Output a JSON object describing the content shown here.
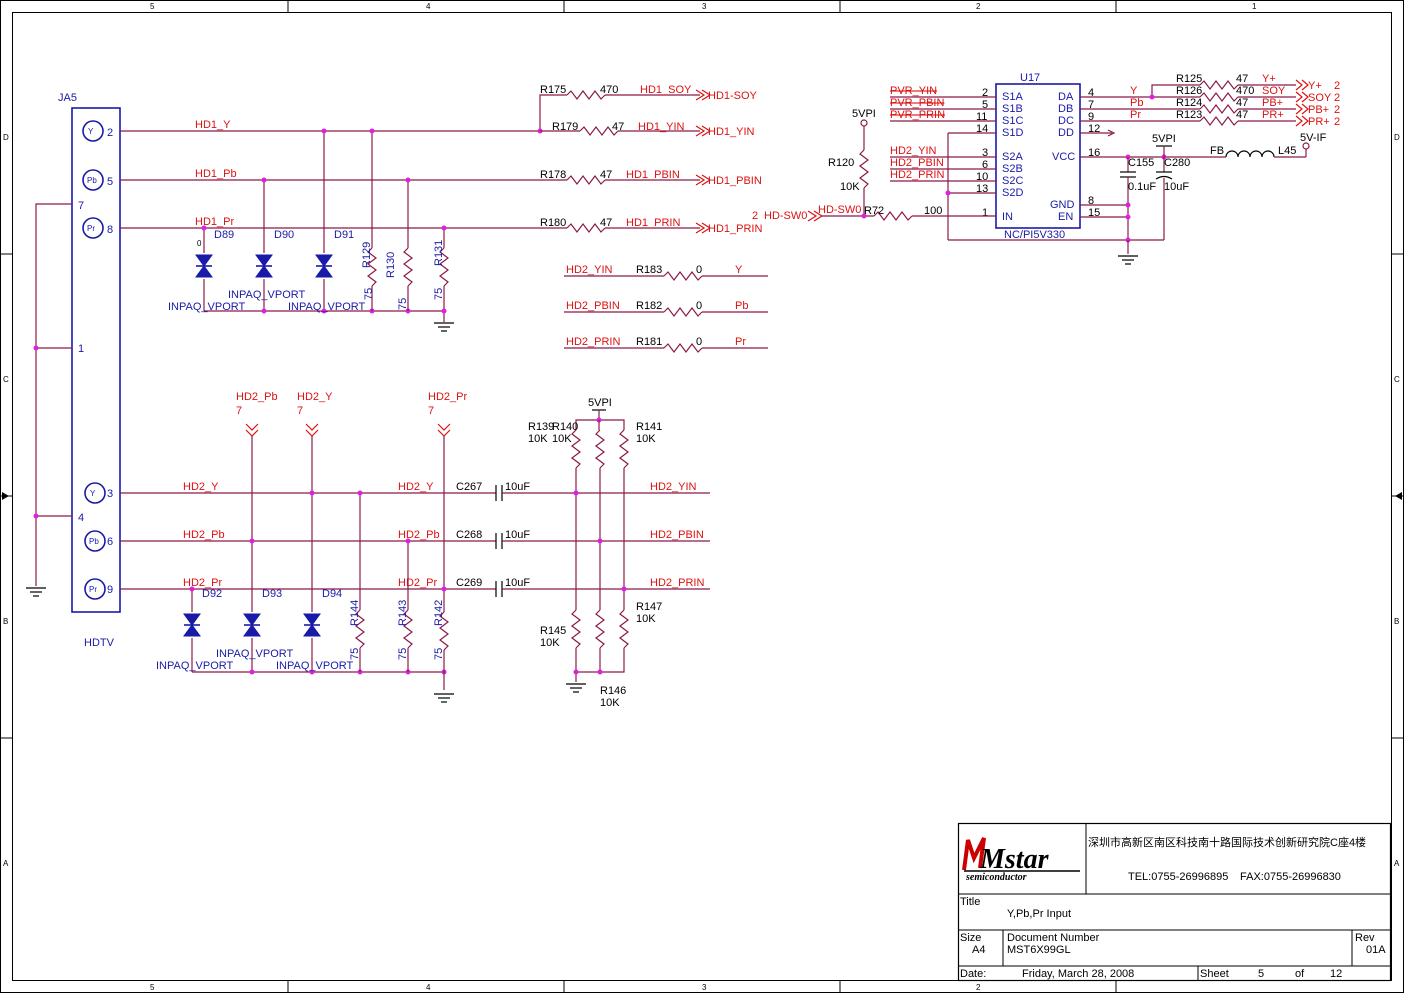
{
  "frame": {
    "col_labels": [
      "5",
      "4",
      "3",
      "2",
      "1"
    ],
    "row_labels": [
      "D",
      "C",
      "B",
      "A"
    ]
  },
  "connector": {
    "ref": "JA5",
    "name": "HDTV",
    "pins": [
      {
        "label": "Y",
        "num": "2"
      },
      {
        "label": "Pb",
        "num": "5"
      },
      {
        "label": "Pr",
        "num": "8"
      },
      {
        "label": "Y",
        "num": "3"
      },
      {
        "label": "Pb",
        "num": "6"
      },
      {
        "label": "Pr",
        "num": "9"
      }
    ],
    "gnd_pins": [
      "7",
      "1",
      "4"
    ]
  },
  "hd1": {
    "nets": [
      "HD1_Y",
      "HD1_Pb",
      "HD1_Pr"
    ],
    "diodes": [
      "D89",
      "D90",
      "D91"
    ],
    "diode_part": "INPAQ_VPORT",
    "resistors": [
      {
        "ref": "R129",
        "val": "75"
      },
      {
        "ref": "R130",
        "val": "75"
      },
      {
        "ref": "R131",
        "val": "75"
      }
    ],
    "outputs": [
      {
        "ref": "R175",
        "val": "470",
        "net": "HD1_SOY",
        "port": "HD1-SOY"
      },
      {
        "ref": "R179",
        "val": "47",
        "net": "HD1_YIN",
        "port": "HD1_YIN"
      },
      {
        "ref": "R178",
        "val": "47",
        "net": "HD1_PBIN",
        "port": "HD1_PBIN"
      },
      {
        "ref": "R180",
        "val": "47",
        "net": "HD1_PRIN",
        "port": "HD1_PRIN"
      }
    ]
  },
  "hd2_links": [
    {
      "in": "HD2_YIN",
      "ref": "R183",
      "val": "0",
      "out": "Y"
    },
    {
      "in": "HD2_PBIN",
      "ref": "R182",
      "val": "0",
      "out": "Pb"
    },
    {
      "in": "HD2_PRIN",
      "ref": "R181",
      "val": "0",
      "out": "Pr"
    }
  ],
  "hd2": {
    "ports": [
      {
        "name": "HD2_Pb",
        "num": "7"
      },
      {
        "name": "HD2_Y",
        "num": "7"
      },
      {
        "name": "HD2_Pr",
        "num": "7"
      }
    ],
    "nets": [
      "HD2_Y",
      "HD2_Pb",
      "HD2_Pr"
    ],
    "diodes": [
      "D92",
      "D93",
      "D94"
    ],
    "diode_part": "INPAQ_VPORT",
    "resistors": [
      {
        "ref": "R144",
        "val": "75"
      },
      {
        "ref": "R143",
        "val": "75"
      },
      {
        "ref": "R142",
        "val": "75"
      }
    ],
    "caps": [
      {
        "ref": "C267",
        "val": "10uF",
        "net_in": "HD2_Y",
        "net_out": "HD2_YIN"
      },
      {
        "ref": "C268",
        "val": "10uF",
        "net_in": "HD2_Pb",
        "net_out": "HD2_PBIN"
      },
      {
        "ref": "C269",
        "val": "10uF",
        "net_in": "HD2_Pr",
        "net_out": "HD2_PRIN"
      }
    ],
    "power": "5VPI",
    "pullups": [
      {
        "ref": "R139",
        "val": "10K"
      },
      {
        "ref": "R140",
        "val": "10K"
      },
      {
        "ref": "R141",
        "val": "10K"
      }
    ],
    "pulldowns": [
      {
        "ref": "R145",
        "val": "10K"
      },
      {
        "ref": "R146",
        "val": "10K"
      },
      {
        "ref": "R147",
        "val": "10K"
      }
    ]
  },
  "switch": {
    "ref": "U17",
    "part": "NC/PI5V330",
    "left_pins": [
      {
        "num": "2",
        "name": "S1A",
        "net": "PVR_YIN"
      },
      {
        "num": "5",
        "name": "S1B",
        "net": "PVR_PBIN"
      },
      {
        "num": "11",
        "name": "S1C",
        "net": "PVR_PRIN"
      },
      {
        "num": "14",
        "name": "S1D",
        "net": ""
      },
      {
        "num": "3",
        "name": "S2A",
        "net": "HD2_YIN"
      },
      {
        "num": "6",
        "name": "S2B",
        "net": "HD2_PBIN"
      },
      {
        "num": "10",
        "name": "S2C",
        "net": "HD2_PRIN"
      },
      {
        "num": "13",
        "name": "S2D",
        "net": ""
      },
      {
        "num": "1",
        "name": "IN",
        "net": ""
      }
    ],
    "right_pins": [
      {
        "num": "4",
        "name": "DA",
        "net": "Y"
      },
      {
        "num": "7",
        "name": "DB",
        "net": "Pb"
      },
      {
        "num": "9",
        "name": "DC",
        "net": "Pr"
      },
      {
        "num": "12",
        "name": "DD",
        "net": ""
      },
      {
        "num": "16",
        "name": "VCC",
        "net": ""
      },
      {
        "num": "8",
        "name": "GND",
        "net": ""
      },
      {
        "num": "15",
        "name": "EN",
        "net": ""
      }
    ],
    "r120": {
      "ref": "R120",
      "val": "10K",
      "power": "5VPI"
    },
    "r72": {
      "ref": "R72",
      "val": "100"
    },
    "sw_port": {
      "num": "2",
      "name": "HD-SW0",
      "net": "HD-SW0"
    },
    "out_res": [
      {
        "ref": "R125",
        "val": "47",
        "net": "Y+",
        "port": "Y+",
        "num": "2"
      },
      {
        "ref": "R126",
        "val": "470",
        "net": "SOY",
        "port": "SOY",
        "num": "2"
      },
      {
        "ref": "R124",
        "val": "47",
        "net": "PB+",
        "port": "PB+",
        "num": "2"
      },
      {
        "ref": "R123",
        "val": "47",
        "net": "PR+",
        "port": "PR+",
        "num": "2"
      }
    ],
    "caps": [
      {
        "ref": "C155",
        "val": "0.1uF"
      },
      {
        "ref": "C280",
        "val": "10uF"
      }
    ],
    "vcc_label": "5VPI",
    "fb": {
      "name": "FB",
      "ref": "L45"
    },
    "supply": "5V-IF"
  },
  "title_block": {
    "address": "深圳市高新区南区科技南十路国际技术创新研究院C座4楼",
    "tel": "TEL:0755-26996895",
    "fax": "FAX:0755-26996830",
    "logo_main": "Mstar",
    "logo_sub": "semiconductor",
    "title_label": "Title",
    "title": "Y,Pb,Pr Input",
    "size_label": "Size",
    "size": "A4",
    "docnum_label": "Document Number",
    "docnum": "MST6X99GL",
    "rev_label": "Rev",
    "rev": "01A",
    "date_label": "Date:",
    "date": "Friday, March 28, 2008",
    "sheet_label": "Sheet",
    "sheet": "5",
    "of_label": "of",
    "total": "12"
  }
}
